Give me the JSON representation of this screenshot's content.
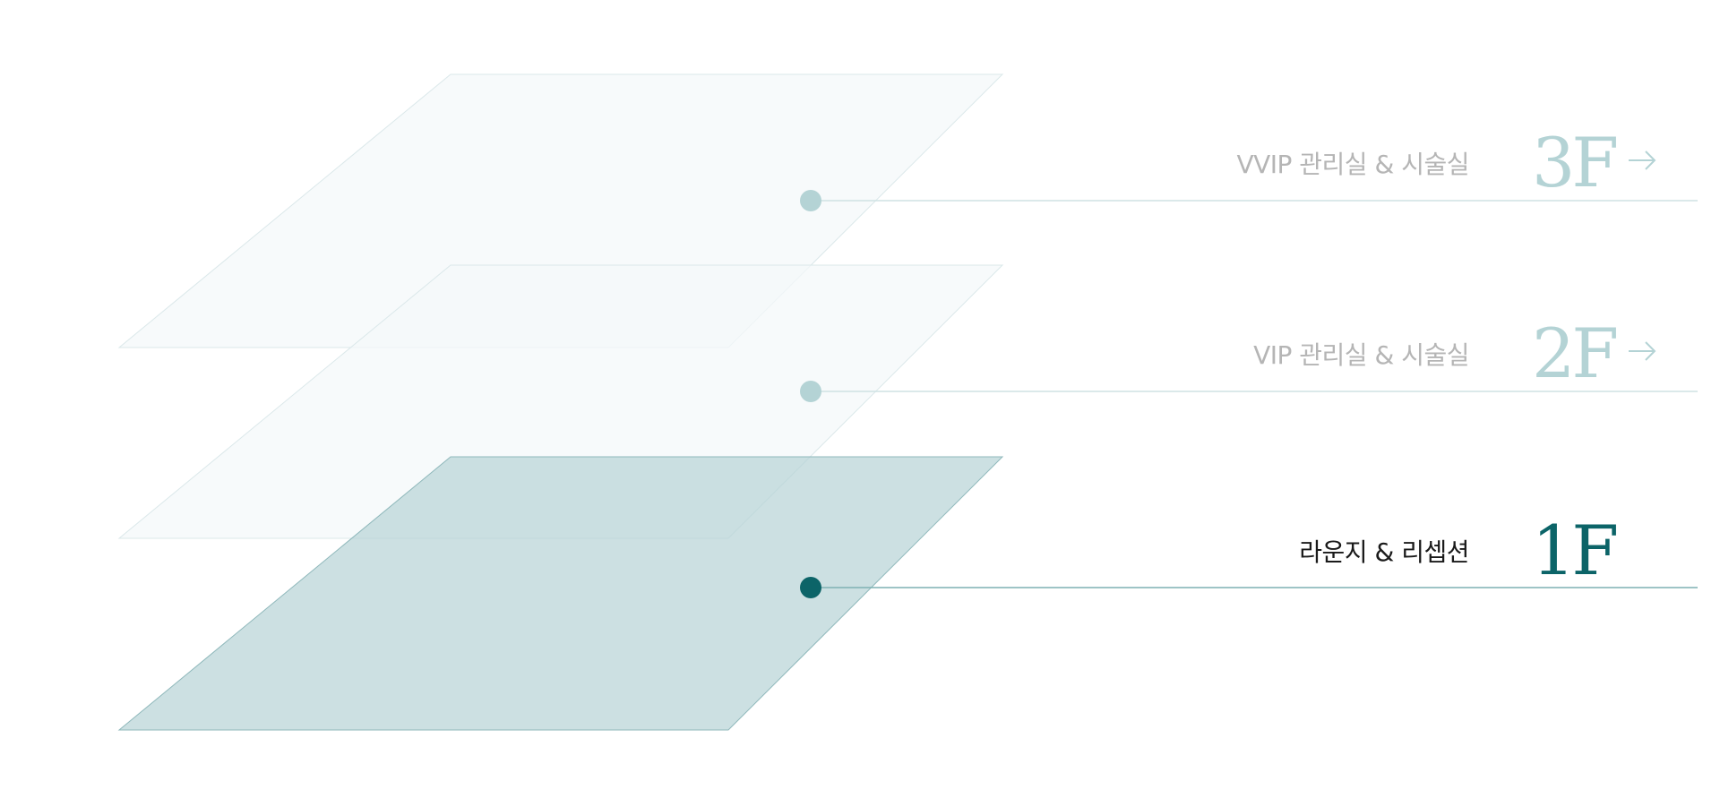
{
  "floors": [
    {
      "id": "3f",
      "label": "VVIP 관리실 & 시술실",
      "number": "3F",
      "active": false,
      "icon": "arrow-right-icon"
    },
    {
      "id": "2f",
      "label": "VIP 관리실 & 시술실",
      "number": "2F",
      "active": false,
      "icon": "arrow-right-icon"
    },
    {
      "id": "1f",
      "label": "라운지 & 리셉션",
      "number": "1F",
      "active": true,
      "icon": ""
    }
  ],
  "colors": {
    "active_accent": "#0c6468",
    "inactive_accent": "#b4d3d5",
    "inactive_text": "#b5b5b5",
    "active_text": "#1a1a1a",
    "active_plane_fill": "#cbe0e1",
    "inactive_plane_fill": "#f4f8f9"
  }
}
